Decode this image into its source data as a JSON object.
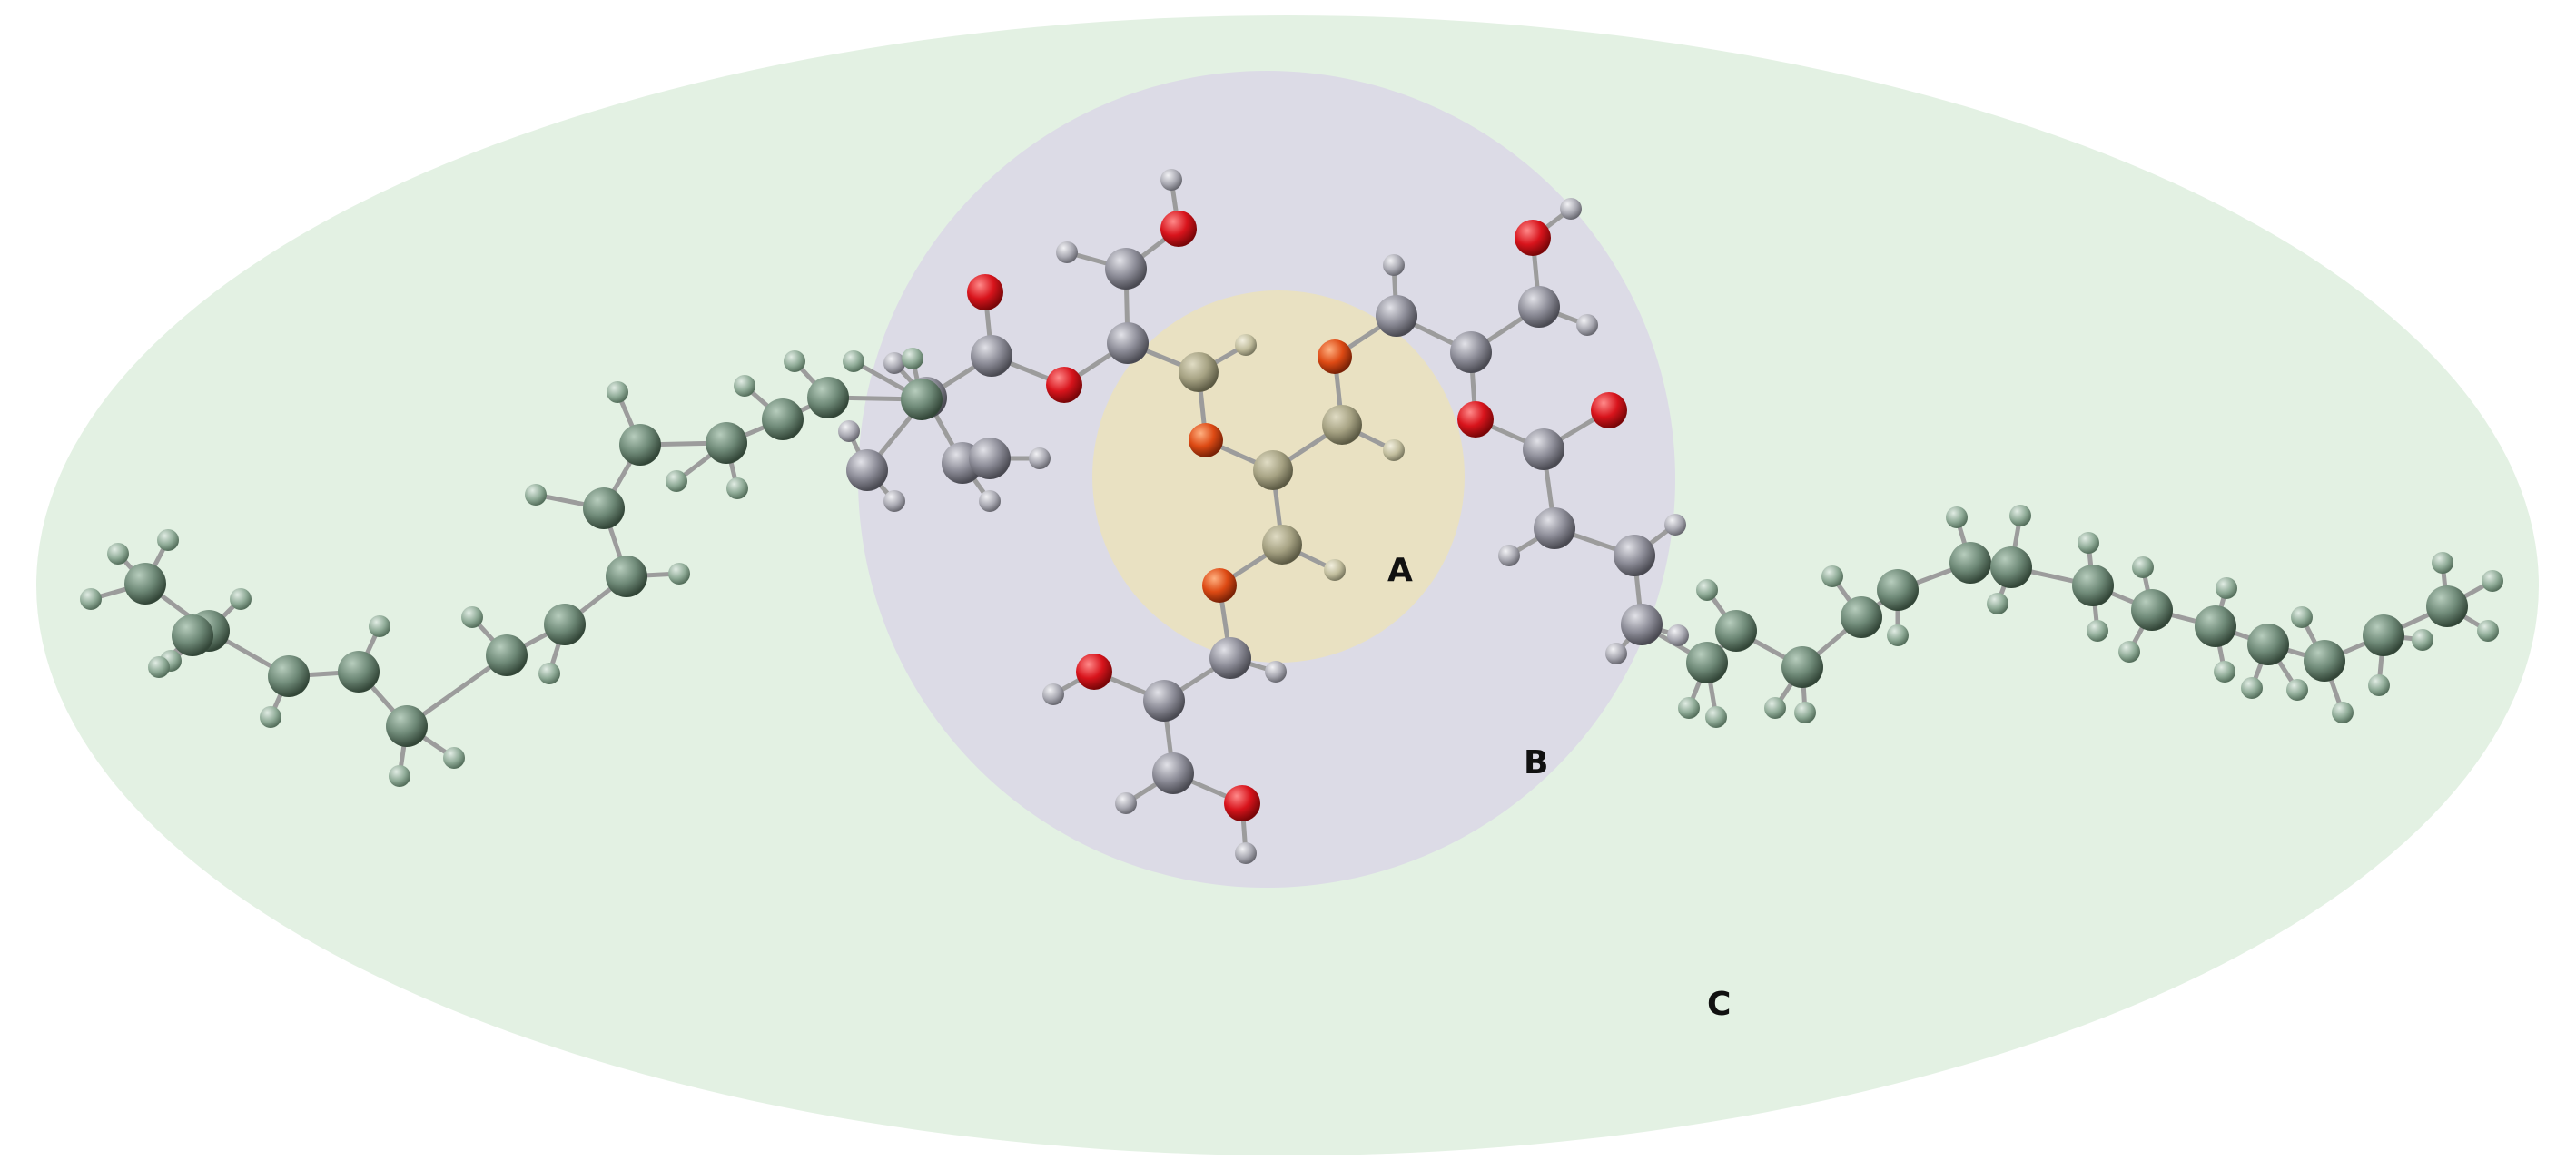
{
  "diagram": {
    "regions": [
      {
        "id": "A",
        "label": "A",
        "color": "#e9e1c2"
      },
      {
        "id": "B",
        "label": "B",
        "color": "#dcdbe6"
      },
      {
        "id": "C",
        "label": "C",
        "color": "#e3f1e3"
      }
    ],
    "atom_colors": {
      "oxygen": "#d8141c",
      "oxygen_core": "#dd4a14",
      "carbon_chain": "#6f8a78",
      "carbon_grey": "#8e8e99",
      "carbon_core": "#a6a283",
      "hydrogen_chain": "#8fab97",
      "hydrogen_grey": "#a9a9b2",
      "hydrogen_core": "#c1bd9d"
    }
  }
}
